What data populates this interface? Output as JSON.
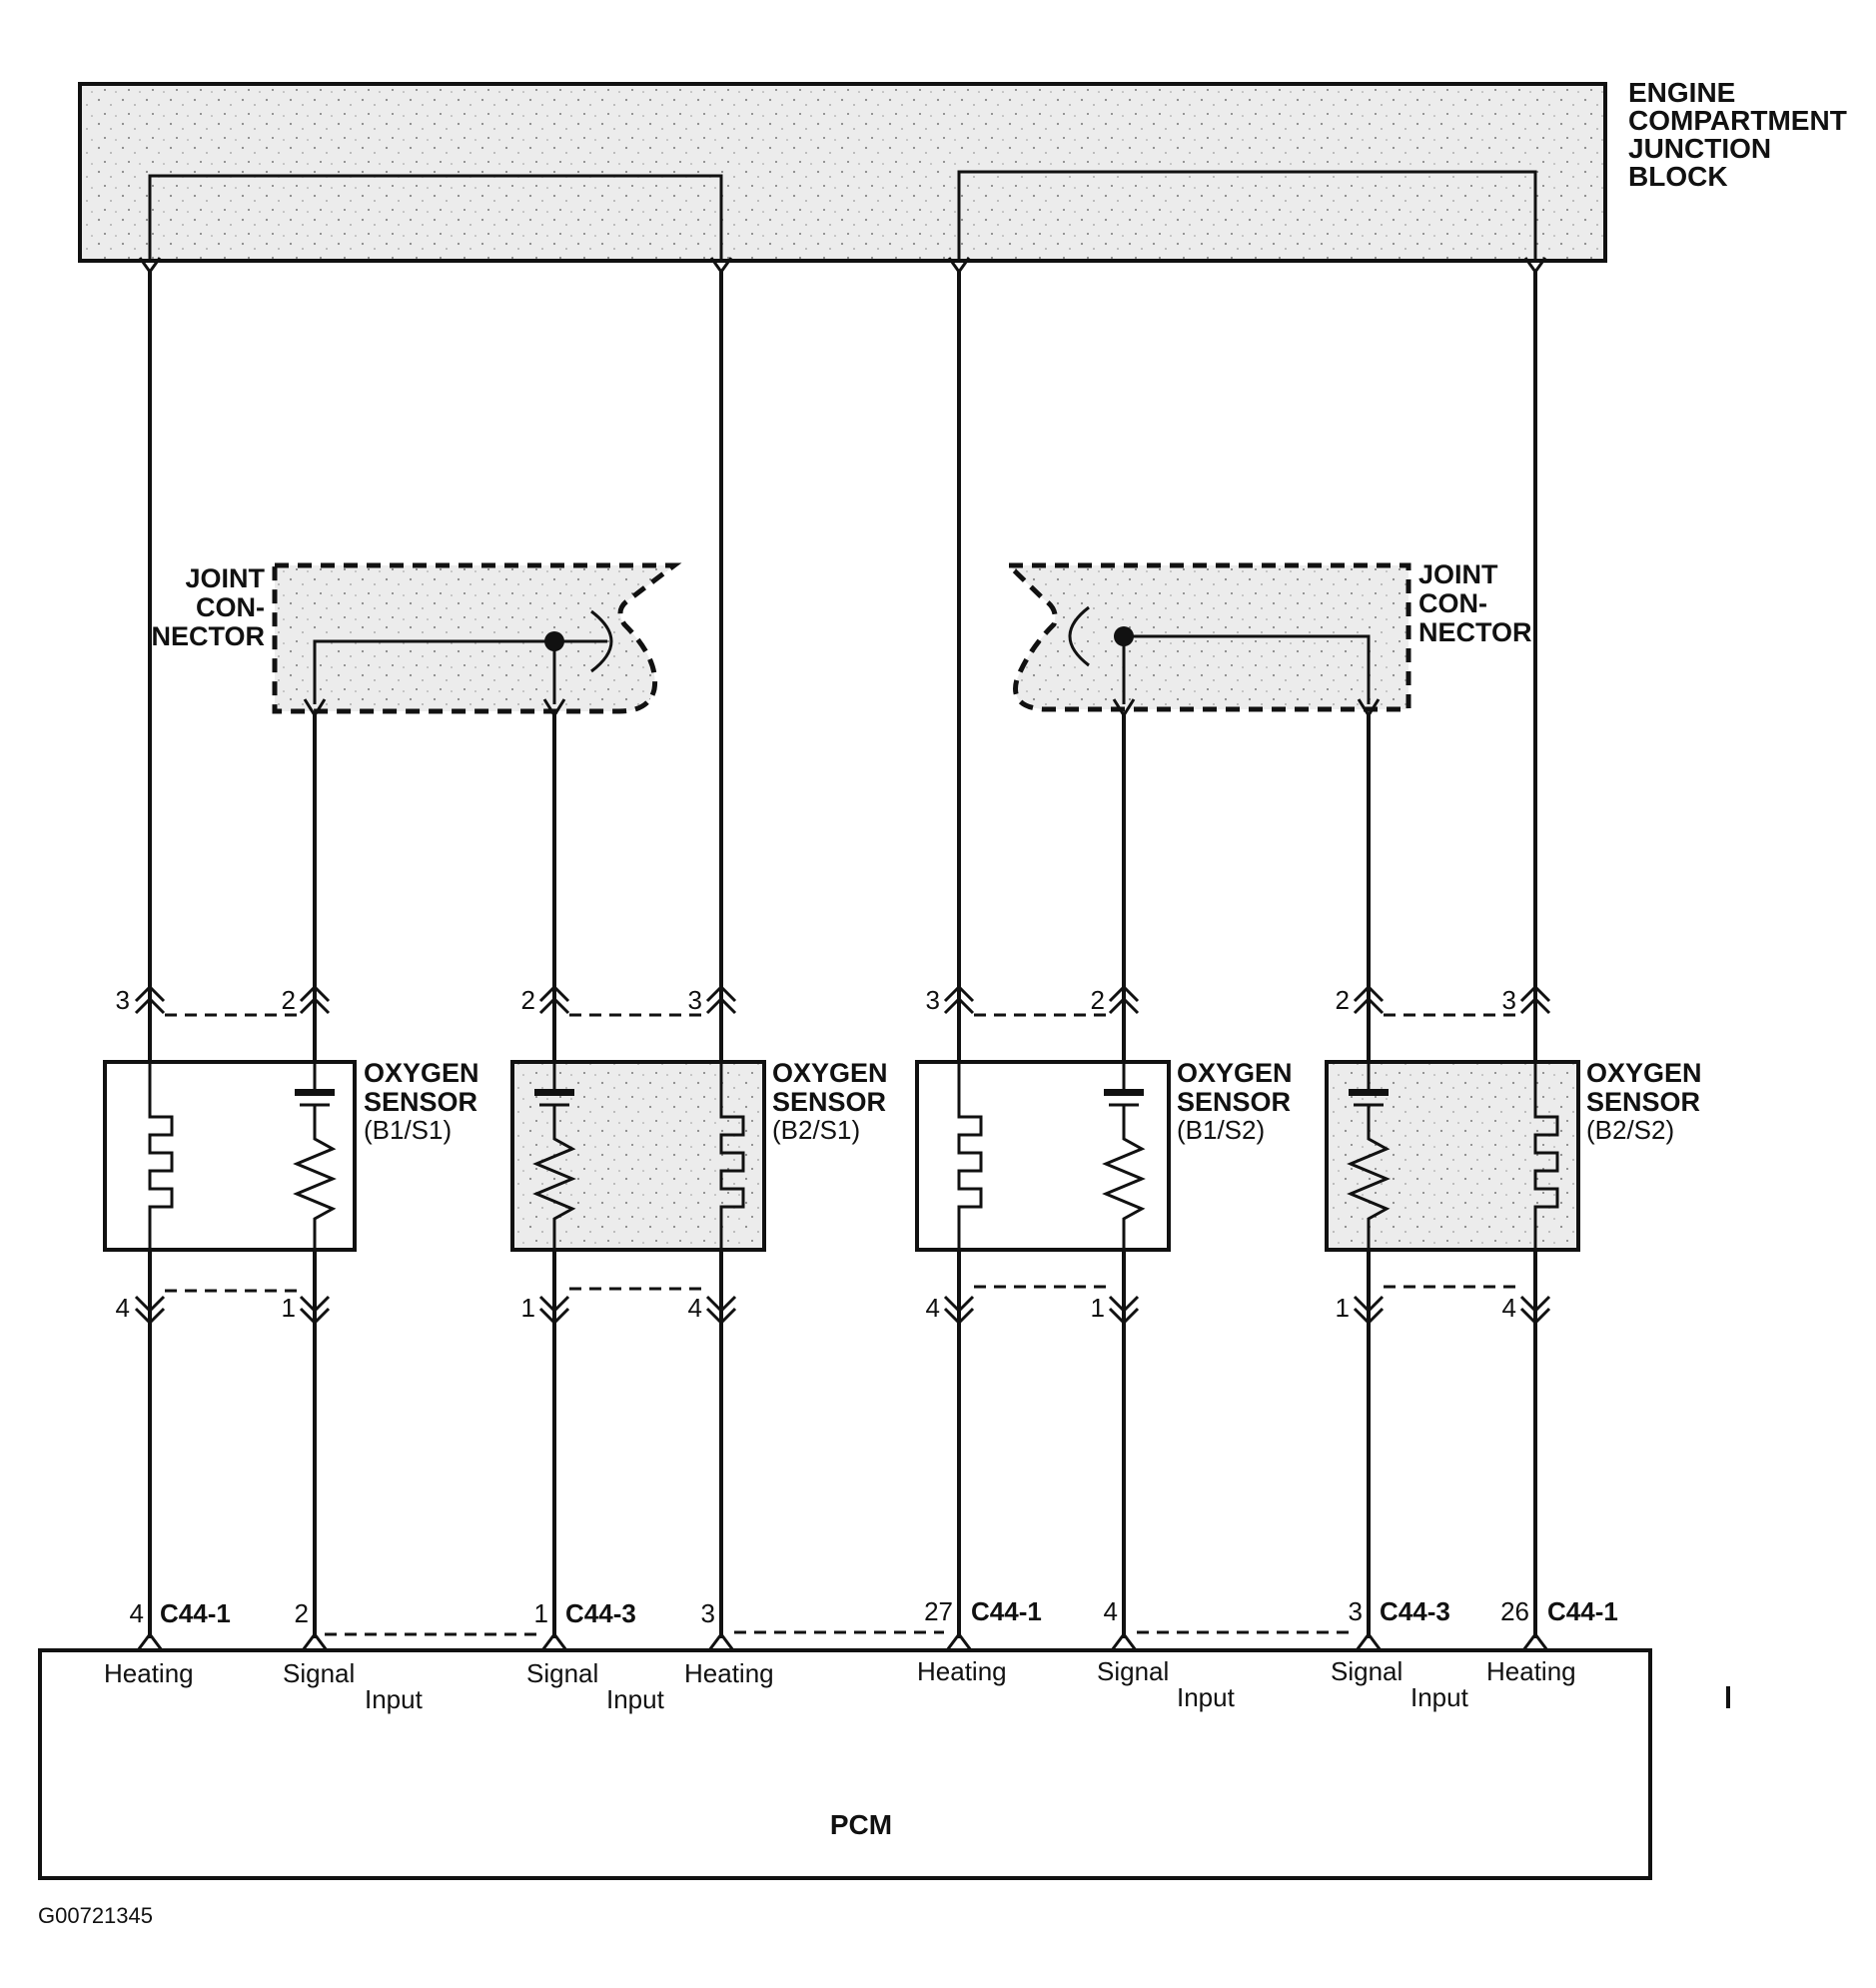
{
  "junction_block": {
    "label_lines": [
      "ENGINE",
      "COMPARTMENT",
      "JUNCTION",
      "BLOCK"
    ]
  },
  "joint_connectors": [
    {
      "label_lines": [
        "JOINT",
        "CON-",
        "NECTOR"
      ]
    },
    {
      "label_lines": [
        "JOINT",
        "CON-",
        "NECTOR"
      ]
    }
  ],
  "sensors": [
    {
      "name": "OXYGEN",
      "name2": "SENSOR",
      "id": "(B1/S1)",
      "pins": {
        "top_left": "3",
        "top_right": "2",
        "bottom_left": "4",
        "bottom_right": "1"
      }
    },
    {
      "name": "OXYGEN",
      "name2": "SENSOR",
      "id": "(B2/S1)",
      "pins": {
        "top_left": "2",
        "top_right": "3",
        "bottom_left": "1",
        "bottom_right": "4"
      }
    },
    {
      "name": "OXYGEN",
      "name2": "SENSOR",
      "id": "(B1/S2)",
      "pins": {
        "top_left": "3",
        "top_right": "2",
        "bottom_left": "4",
        "bottom_right": "1"
      }
    },
    {
      "name": "OXYGEN",
      "name2": "SENSOR",
      "id": "(B2/S2)",
      "pins": {
        "top_left": "2",
        "top_right": "3",
        "bottom_left": "1",
        "bottom_right": "4"
      }
    }
  ],
  "pcm_connectors": [
    {
      "pin": "4",
      "connector": "C44-1",
      "terminal": "Heating",
      "terminal2": ""
    },
    {
      "pin": "2",
      "connector": "",
      "terminal": "Signal",
      "terminal2": "Input"
    },
    {
      "pin": "1",
      "connector": "C44-3",
      "terminal": "Signal",
      "terminal2": "Input"
    },
    {
      "pin": "3",
      "connector": "",
      "terminal": "Heating",
      "terminal2": ""
    },
    {
      "pin": "27",
      "connector": "C44-1",
      "terminal": "Heating",
      "terminal2": ""
    },
    {
      "pin": "4",
      "connector": "",
      "terminal": "Signal",
      "terminal2": "Input"
    },
    {
      "pin": "3",
      "connector": "C44-3",
      "terminal": "Signal",
      "terminal2": "Input"
    },
    {
      "pin": "26",
      "connector": "C44-1",
      "terminal": "Heating",
      "terminal2": ""
    }
  ],
  "pcm": {
    "label": "PCM"
  },
  "figure_id": "G00721345"
}
